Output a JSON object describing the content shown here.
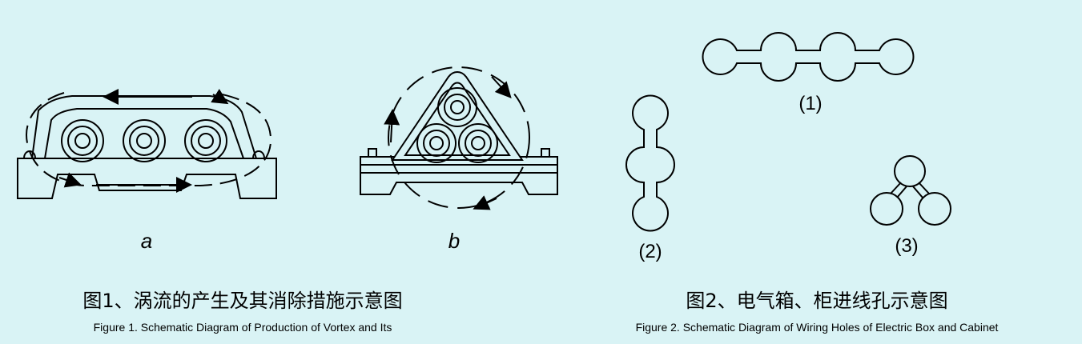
{
  "figure1": {
    "label_a": "a",
    "label_b": "b",
    "caption_zh": "图1、涡流的产生及其消除措施示意图",
    "caption_en": "Figure 1. Schematic Diagram of Production of Vortex and Its"
  },
  "figure2": {
    "label_1": "(1)",
    "label_2": "(2)",
    "label_3": "(3)",
    "caption_zh": "图2、电气箱、柜进线孔示意图",
    "caption_en": "Figure 2. Schematic Diagram of Wiring Holes of Electric Box and Cabinet"
  },
  "colors": {
    "background": "#d9f3f5",
    "stroke": "#000000"
  }
}
